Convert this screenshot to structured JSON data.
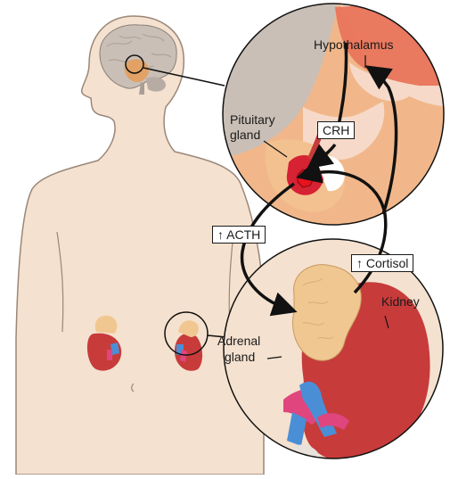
{
  "labels": {
    "hypothalamus": "Hypothalamus",
    "pituitary_line1": "Pituitary",
    "pituitary_line2": "gland",
    "crh": "CRH",
    "acth": "↑ ACTH",
    "cortisol": "↑ Cortisol",
    "kidney": "Kidney",
    "adrenal_line1": "Adrenal",
    "adrenal_line2": "gland"
  },
  "colors": {
    "body_skin": "#f4e1cf",
    "body_outline": "#9a8778",
    "brain": "#c9bfb6",
    "hypothalamus": "#e8745a",
    "pituitary_tissue": "#f3c18f",
    "pituitary_gland": "#d62232",
    "kidney": "#c73b3b",
    "adrenal": "#f1c791",
    "vessel_blue": "#4a8fd6",
    "vessel_pink": "#e0457e",
    "arrow": "#111111"
  }
}
